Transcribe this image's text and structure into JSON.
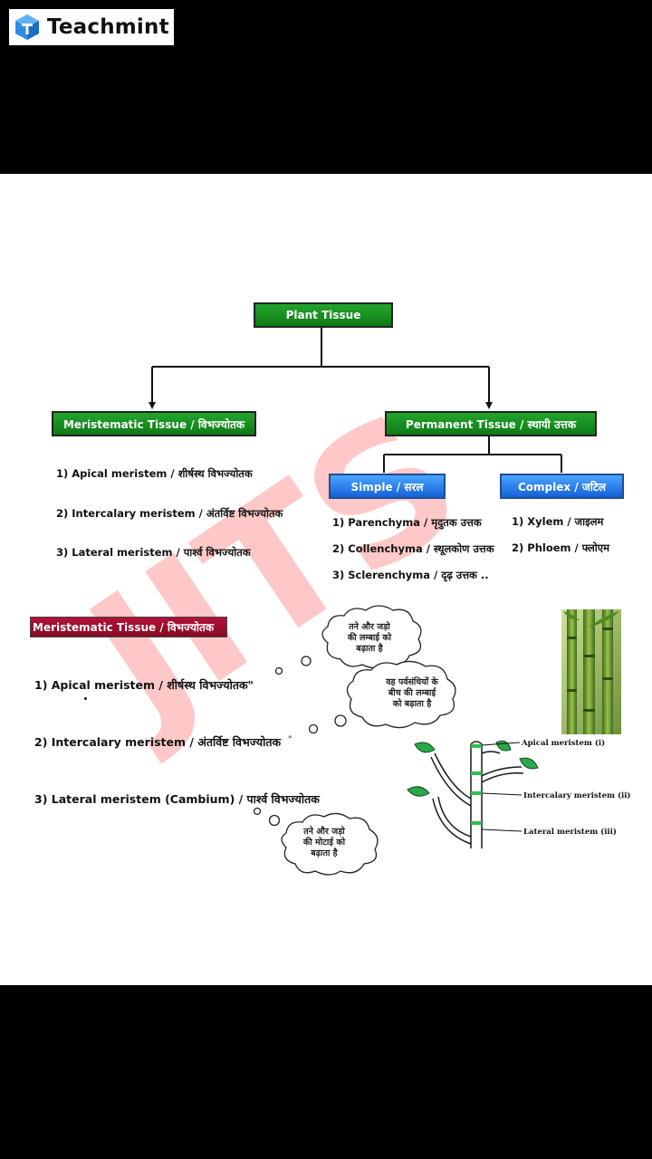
{
  "brand": {
    "name": "Teachmint",
    "icon": "teachmint-logo-icon"
  },
  "watermark": {
    "text": "JITS",
    "color": "#ff3b3b"
  },
  "diagram": {
    "root": "Plant Tissue",
    "meristematic": {
      "label": "Meristematic Tissue / विभज्योतक",
      "items": [
        "1)  Apical meristem / शीर्षस्थ विभज्योतक",
        "2)  Intercalary meristem / अंतर्विष्ट विभज्योतक",
        "3)  Lateral meristem / पार्श्व विभज्योतक"
      ]
    },
    "permanent": {
      "label": "Permanent Tissue / स्थायी उत्तक",
      "simple": {
        "label": "Simple / सरल",
        "items": [
          "1)  Parenchyma / मृदुतक उत्तक",
          "2)  Collenchyma  / स्थूलकोण उत्तक",
          "3)  Sclerenchyma / दृढ़ उत्तक .."
        ]
      },
      "complex": {
        "label": "Complex / जटिल",
        "items": [
          "1)  Xylem / जाइलम",
          "2)  Phloem  / फ्लोएम"
        ]
      }
    }
  },
  "lower": {
    "header": "Meristematic Tissue / विभज्योतक",
    "items": [
      "1)  Apical meristem / शीर्षस्थ विभज्योतक\"",
      "2)  Intercalary meristem / अंतर्विष्ट विभज्योतक",
      "3)  Lateral meristem (Cambium) / पार्श्व विभज्योतक"
    ],
    "clouds": [
      [
        "तने और जड़ो",
        "की लम्बाई को",
        "बढ़ाता है"
      ],
      [
        "वह पर्वसंधियों के",
        "बीच की लम्बाई",
        "को बढ़ाता है"
      ],
      [
        "तने और जड़ो",
        "की मोटाई को",
        "बढ़ाता है"
      ]
    ],
    "plant_labels": [
      "Apical meristem (i)",
      "Intercalary meristem (ii)",
      "Lateral meristem (iii)"
    ]
  }
}
